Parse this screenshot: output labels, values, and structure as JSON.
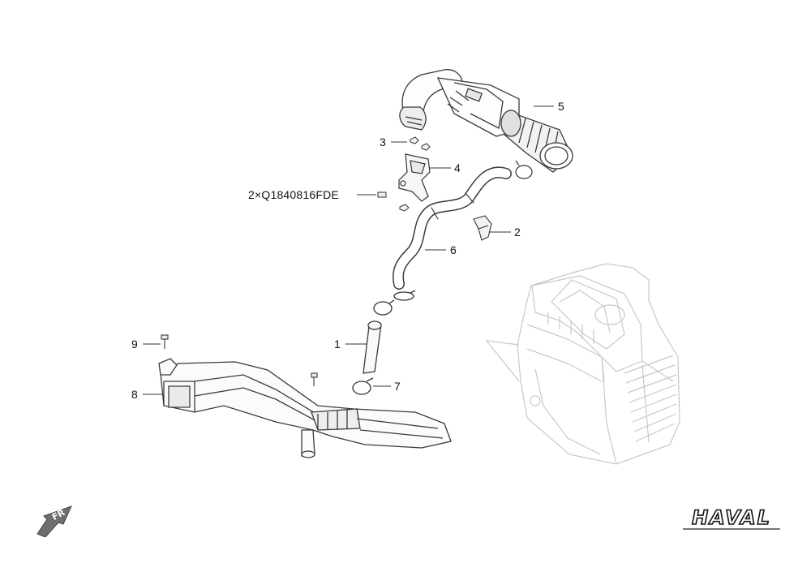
{
  "callouts": {
    "p1": "1",
    "p2": "2",
    "p3": "3",
    "p4": "4",
    "p5": "5",
    "p6": "6",
    "p7": "7",
    "p8": "8",
    "p9": "9",
    "ref": "2×Q1840816FDE"
  },
  "orientation_badge": "FR",
  "brand": "HAVAL",
  "colors": {
    "line": "#3a3a3a",
    "ghost": "#c9c9c9",
    "text": "#111111"
  }
}
